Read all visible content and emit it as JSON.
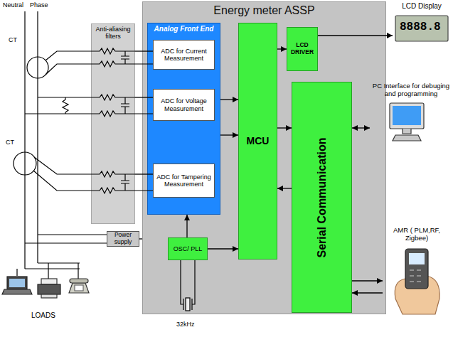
{
  "diagram": {
    "nodes": [
      {
        "text": [
          "Energy meter ASSP"
        ]
      },
      {
        "text": [
          "Analog Front End"
        ],
        "in": 0
      },
      {
        "text": [
          "ADC for Current Measurement"
        ],
        "in": 1
      },
      {
        "text": [
          "ADC for Voltage Measurement"
        ],
        "in": 1
      },
      {
        "text": [
          "ADC for Tampering Measurement"
        ],
        "in": 1
      },
      {
        "text": [
          "MCU"
        ],
        "in": 0
      },
      {
        "text": [
          "LCD DRIVER"
        ],
        "in": 0
      },
      {
        "text": [
          "Serial Communication"
        ],
        "in": 0
      },
      {
        "text": [
          "OSC/ PLL"
        ],
        "in": 0
      },
      {
        "text": [
          "Anti-aliasing filters"
        ]
      },
      {
        "text": [
          "Power supply"
        ]
      },
      {
        "text": [
          "LCD Display"
        ]
      },
      {
        "text": [
          "PC Interface for debuging and programming"
        ]
      },
      {
        "text": [
          "AMR ( PLM,RF, Zigbee)"
        ]
      }
    ],
    "edges": [
      {
        "from": 1,
        "to": 5,
        "arrow": "to"
      },
      {
        "from": 1,
        "to": 5,
        "arrow": "to"
      },
      {
        "from": 5,
        "to": 6,
        "arrow": "to"
      },
      {
        "from": 6,
        "to": 11,
        "arrow": "to"
      },
      {
        "from": 5,
        "to": 7,
        "arrow": "to"
      },
      {
        "from": 7,
        "to": 5,
        "arrow": "to"
      },
      {
        "from": 7,
        "to": 12,
        "arrow": "both"
      },
      {
        "from": 7,
        "to": 13,
        "arrow": "to"
      },
      {
        "from": 13,
        "to": 7,
        "arrow": "to"
      },
      {
        "from": 8,
        "to": 5,
        "arrow": "to"
      },
      {
        "from": 8,
        "to": 1,
        "arrow": "to"
      },
      {
        "from": 9,
        "to": 2,
        "arrow": "none"
      },
      {
        "from": 9,
        "to": 3,
        "arrow": "none"
      },
      {
        "from": 9,
        "to": 4,
        "arrow": "none"
      },
      {
        "from": 10,
        "to": 0,
        "arrow": "none"
      }
    ],
    "labels": [
      "Neutral",
      "Phase",
      "CT",
      "CT",
      "8888.8",
      "LOADS",
      "32kHz"
    ]
  }
}
